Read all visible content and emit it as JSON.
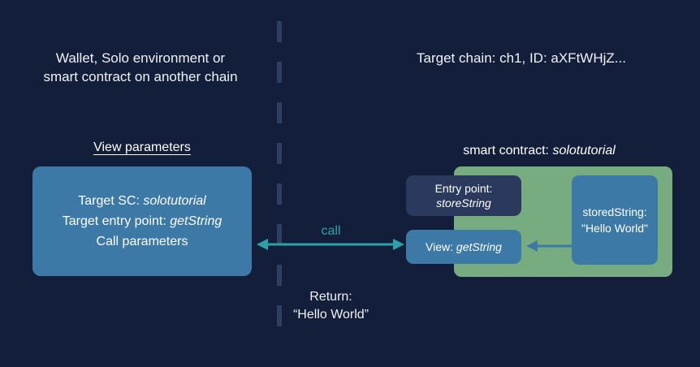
{
  "diagram": {
    "background_color": "#131e3a",
    "accent_colors": {
      "blue_box": "#3d79a6",
      "green_container": "#77ac81",
      "dark_box": "#2b3a5c",
      "teal_arrow": "#2aa3a8",
      "divider": "#2f3f60"
    }
  },
  "left": {
    "header": "Wallet, Solo environment or\nsmart contract on another chain",
    "view_parameters_title": "View parameters",
    "params": {
      "line1_prefix": "Target SC: ",
      "line1_value": "solotutorial",
      "line2_prefix": "Target entry point: ",
      "line2_value": "getString",
      "line3": "Call parameters"
    }
  },
  "center": {
    "call_label": "call",
    "return_label": "Return:\n“Hello World”",
    "arrow_name": "bidirectional-call-arrow"
  },
  "right": {
    "header": "Target chain: ch1, ID: aXFtWHjZ...",
    "smart_contract_title_prefix": "smart contract: ",
    "smart_contract_title_value": "solotutorial",
    "entry_point": {
      "label": "Entry point:",
      "value": "storeString"
    },
    "view": {
      "label_prefix": "View: ",
      "label_value": "getString"
    },
    "stored": {
      "key": "storedString:",
      "value": "\"Hello World\""
    },
    "inner_arrow_name": "stored-to-view-arrow"
  }
}
